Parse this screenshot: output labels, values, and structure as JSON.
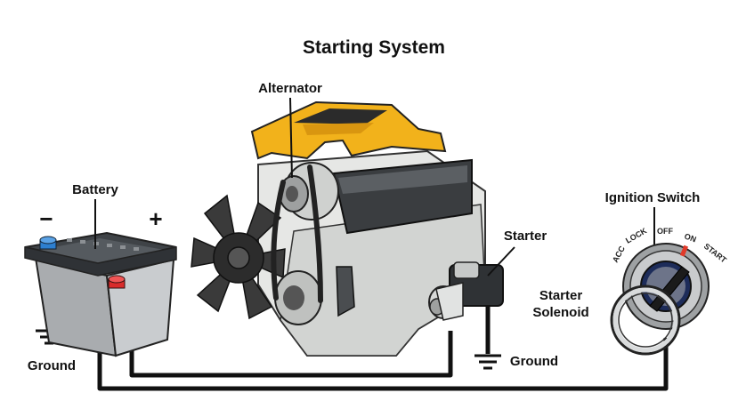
{
  "title": "Starting System",
  "labels": {
    "alternator": "Alternator",
    "battery": "Battery",
    "battery_negative": "−",
    "battery_positive": "+",
    "ground_left": "Ground",
    "starter": "Starter",
    "starter_solenoid_line1": "Starter",
    "starter_solenoid_line2": "Solenoid",
    "ground_right": "Ground",
    "ignition_switch": "Ignition Switch"
  },
  "ignition_positions": [
    "ACC",
    "LOCK",
    "OFF",
    "ON",
    "START"
  ],
  "colors": {
    "wire": "#111111",
    "engine_cover": "#f2b21b",
    "battery_case": "#b9bcbe",
    "battery_top": "#3f4347",
    "negative_terminal": "#2d7fd0",
    "positive_terminal": "#d92b2b",
    "switch_marker": "#e03a2a"
  }
}
